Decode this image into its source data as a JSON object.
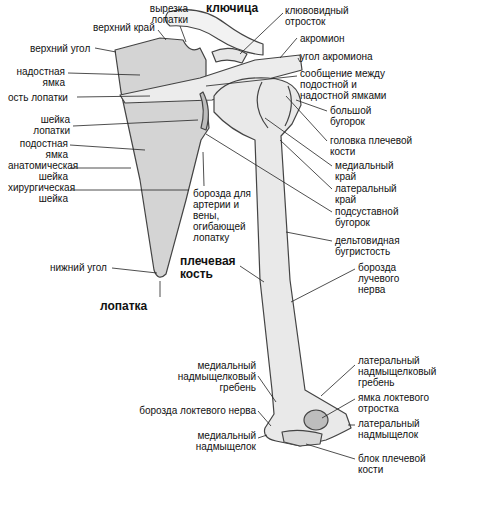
{
  "diagram": {
    "labels": [
      "вырезка лопатки",
      "ключица",
      "клювовидный отросток",
      "верхний край",
      "акромион",
      "верхний угол",
      "угол акромиона",
      "надостная ямка",
      "сообщение между подостной и надостной ямками",
      "ость лопатки",
      "большой бугорок",
      "шейка лопатки",
      "головка плечевой кости",
      "подостная ямка",
      "медиальный край",
      "анатомическая шейка",
      "латеральный край",
      "хирургическая шейка",
      "борозда для артерии и вены, огибающей лопатку",
      "подсуставной бугорок",
      "дельтовидная бугристость",
      "нижний угол",
      "плечевая кость",
      "борозда лучевого нерва",
      "лопатка",
      "медиальный надмыщелковый гребень",
      "латеральный надмыщелковый гребень",
      "ямка локтевого отростка",
      "борозда локтевого нерва",
      "латеральный надмыщелок",
      "медиальный надмыщелок",
      "блок плечевой кости"
    ]
  }
}
